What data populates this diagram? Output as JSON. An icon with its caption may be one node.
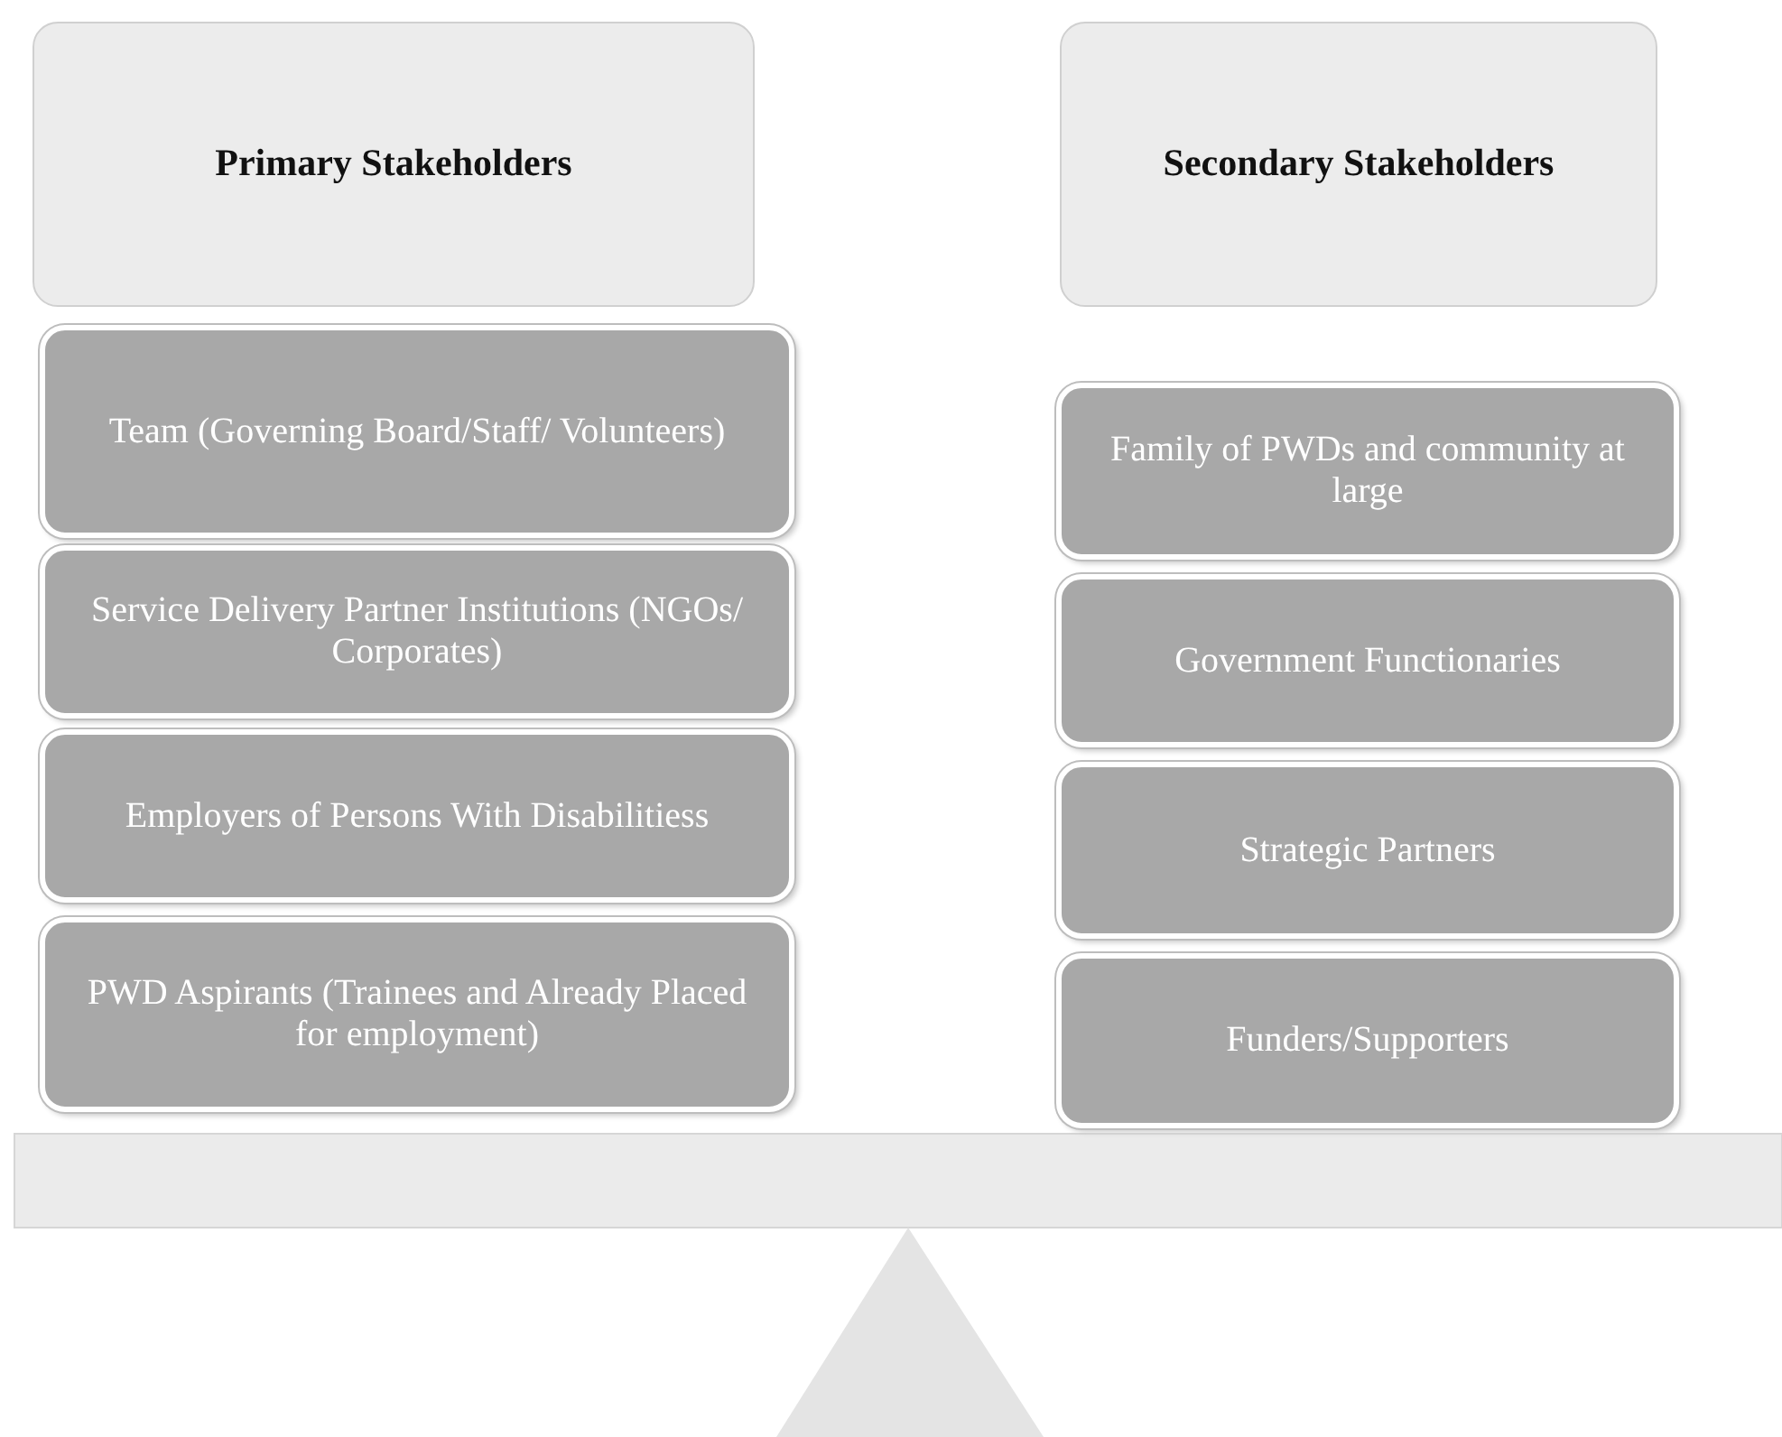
{
  "diagram": {
    "nodes": [
      {
        "text": [
          "Primary Stakeholders"
        ]
      },
      {
        "text": [
          "Team (Governing Board/Staff/ Volunteers)"
        ]
      },
      {
        "text": [
          "Service Delivery Partner Institutions (NGOs/ Corporates)"
        ]
      },
      {
        "text": [
          "Employers of Persons With Disabilitiess"
        ]
      },
      {
        "text": [
          "PWD Aspirants (Trainees and Already Placed for employment)"
        ]
      },
      {
        "text": [
          "Secondary Stakeholders"
        ]
      },
      {
        "text": [
          "Family of PWDs and community at large"
        ]
      },
      {
        "text": [
          "Government Functionaries"
        ]
      },
      {
        "text": [
          "Strategic Partners"
        ]
      },
      {
        "text": [
          "Funders/Supporters"
        ]
      }
    ]
  }
}
